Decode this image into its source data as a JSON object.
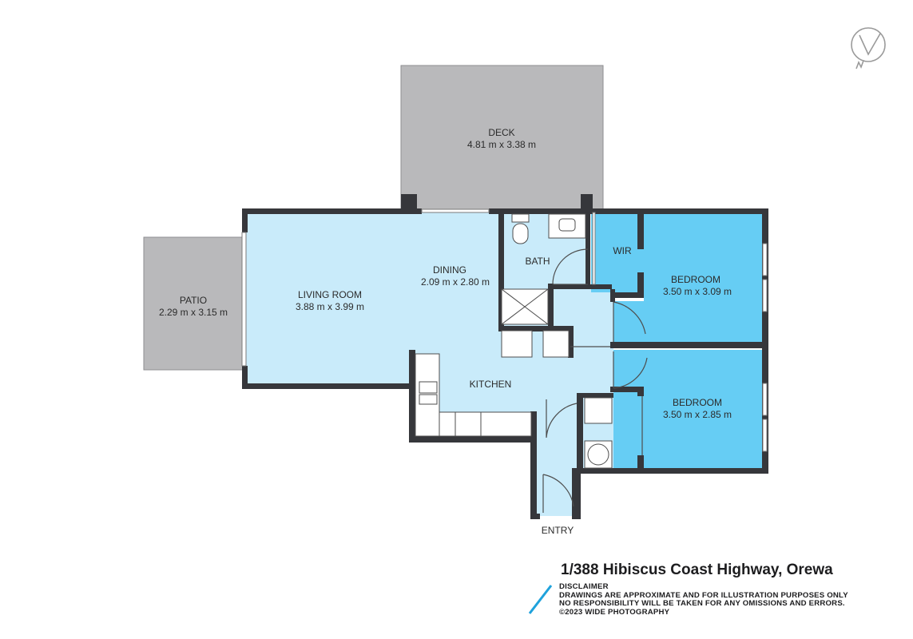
{
  "colors": {
    "wall": "#36373b",
    "light_room": "#c9ebfa",
    "bedroom": "#66cdf4",
    "outdoor": "#b9b9bb",
    "fixture_line": "#4d4d4d",
    "accent_slash": "#1fa2dc"
  },
  "rooms": {
    "deck": {
      "name": "DECK",
      "dims": "4.81 m x 3.38 m"
    },
    "patio": {
      "name": "PATIO",
      "dims": "2.29 m x 3.15 m"
    },
    "living": {
      "name": "LIVING ROOM",
      "dims": "3.88 m x 3.99 m"
    },
    "dining": {
      "name": "DINING",
      "dims": "2.09 m x 2.80 m"
    },
    "bath": {
      "name": "BATH"
    },
    "wir": {
      "name": "WIR"
    },
    "bedroom1": {
      "name": "BEDROOM",
      "dims": "3.50 m x 3.09 m"
    },
    "bedroom2": {
      "name": "BEDROOM",
      "dims": "3.50 m x 2.85 m"
    },
    "kitchen": {
      "name": "KITCHEN"
    },
    "entry": {
      "name": "ENTRY"
    }
  },
  "footer": {
    "address": "1/388 Hibiscus Coast Highway, Orewa",
    "disclaimer": [
      "DISCLAIMER",
      "DRAWINGS ARE APPROXIMATE AND FOR ILLUSTRATION PURPOSES ONLY",
      "NO RESPONSIBILITY WILL BE TAKEN FOR ANY OMISSIONS AND ERRORS.",
      "©2023 WIDE PHOTOGRAPHY"
    ]
  },
  "icons": {
    "compass": "north-compass-icon",
    "brand_slash": "brand-slash-icon"
  }
}
